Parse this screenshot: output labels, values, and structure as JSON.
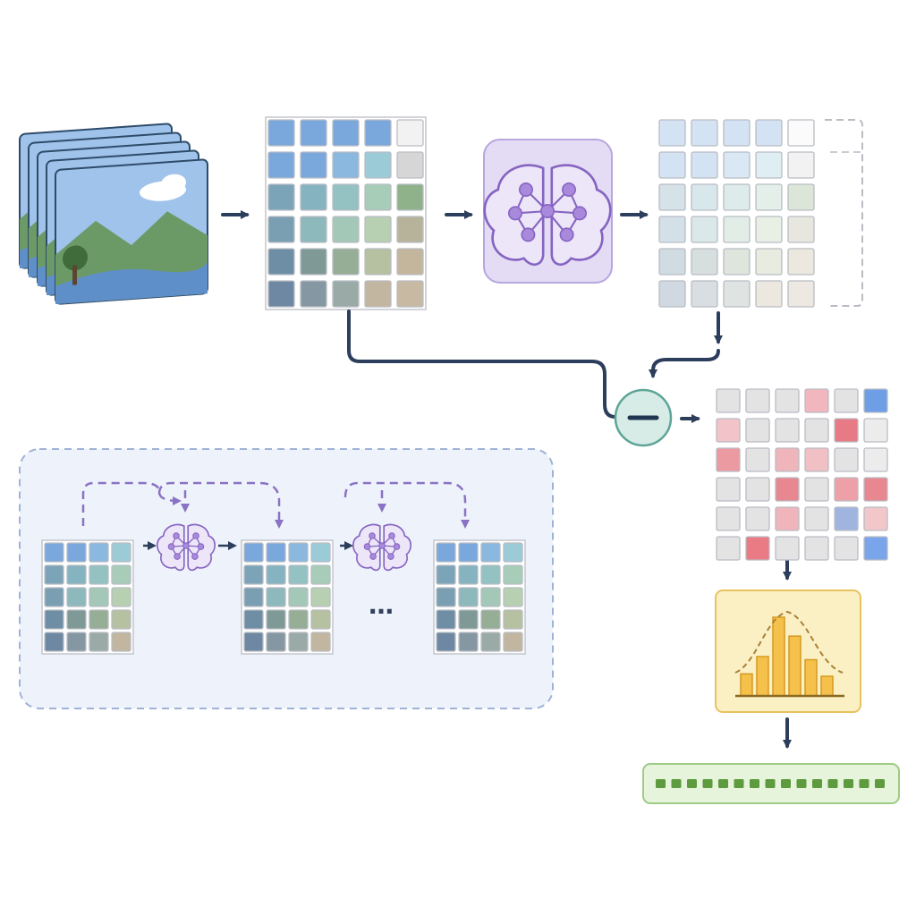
{
  "diagram": {
    "ellipsis": "…",
    "colors": {
      "arrow": "#2c3e5c",
      "dashed_purple": "#8a72c4",
      "grid_line": "#c3c6cc",
      "model_fill": "#e4dcf4",
      "model_stroke": "#b7a6df",
      "brain_stroke": "#8664c2",
      "subtract_fill": "#d7ece7",
      "subtract_stroke": "#5da596",
      "hist_fill": "#fbefc4",
      "hist_stroke": "#e7c35f",
      "bar_fill": "#f6c14b",
      "output_fill": "#e6f4dc",
      "output_stroke": "#9dcc86",
      "output_cell": "#5e9a3e",
      "panel_fill": "#eef3fb",
      "panel_stroke": "#9fb3d6"
    },
    "token_palette": [
      [
        "#7aa7dc",
        "#7aa7dc",
        "#7aa7dc",
        "#7aa7dc",
        "#f2f2f2"
      ],
      [
        "#7aa7dc",
        "#7aa7dc",
        "#8ab8de",
        "#9ccbd8",
        "#d6d6d6"
      ],
      [
        "#7ba4b9",
        "#86b3c0",
        "#94c2c2",
        "#a7cdb8",
        "#8fb28a"
      ],
      [
        "#7a9fb3",
        "#8db8bc",
        "#a4c8b8",
        "#b7d0b2",
        "#b7b39a"
      ],
      [
        "#6e8ea6",
        "#7f9a96",
        "#96ad96",
        "#b5c1a0",
        "#c3b69c"
      ],
      [
        "#6e88a3",
        "#8597a3",
        "#9aaba7",
        "#c3b6a0",
        "#c8b9a2"
      ]
    ],
    "residual_palette": [
      [
        "#e3e3e3",
        "#e3e3e3",
        "#e3e3e3",
        "#f2b6be",
        "#e3e3e3",
        "#6e9ee6"
      ],
      [
        "#f2c3c8",
        "#e3e3e3",
        "#e3e3e3",
        "#e3e3e3",
        "#e77a85",
        "#ececec"
      ],
      [
        "#ec9aa2",
        "#e3e3e3",
        "#f0b5bb",
        "#f0c0c4",
        "#e3e3e3",
        "#ececec"
      ],
      [
        "#e3e3e3",
        "#e3e3e3",
        "#e98790",
        "#e3e3e3",
        "#eda0a8",
        "#e98790"
      ],
      [
        "#e3e3e3",
        "#e3e3e3",
        "#f0b5bb",
        "#e3e3e3",
        "#9fb5e0",
        "#f2c7ca"
      ],
      [
        "#e3e3e3",
        "#ea7a84",
        "#e3e3e3",
        "#e3e3e3",
        "#e3e3e3",
        "#7aa5ea"
      ]
    ],
    "histogram_bars": [
      0.28,
      0.5,
      1.0,
      0.76,
      0.46,
      0.25
    ],
    "output_cells": 15
  }
}
